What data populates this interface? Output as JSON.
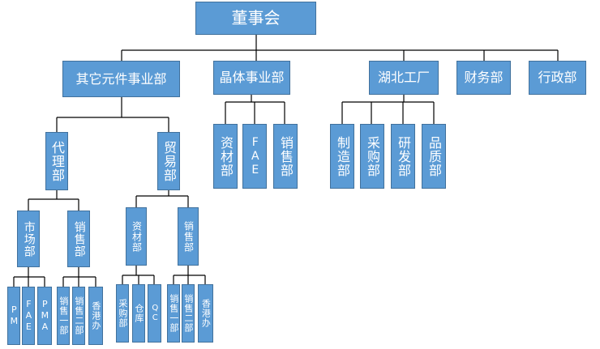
{
  "org": {
    "board": "董事会",
    "other_components": "其它元件事业部",
    "crystal": "晶体事业部",
    "hubei_factory": "湖北工厂",
    "finance": "财务部",
    "admin": "行政部",
    "agency": "代理部",
    "trade": "贸易部",
    "crystal_children": [
      "资材部",
      "FAE",
      "销售部"
    ],
    "hubei_children": [
      "制造部",
      "采购部",
      "研发部",
      "品质部"
    ],
    "agency_children": [
      "市场部",
      "销售部"
    ],
    "trade_children": [
      "资材部",
      "销售部"
    ],
    "market_children": [
      "PM",
      "FAE",
      "PMA"
    ],
    "agency_sales_children": [
      "销售一部",
      "销售二部",
      "香港办"
    ],
    "trade_material_children": [
      "采购部",
      "仓库",
      "QC"
    ],
    "trade_sales_children": [
      "销售一部",
      "销售二部",
      "香港办"
    ]
  }
}
